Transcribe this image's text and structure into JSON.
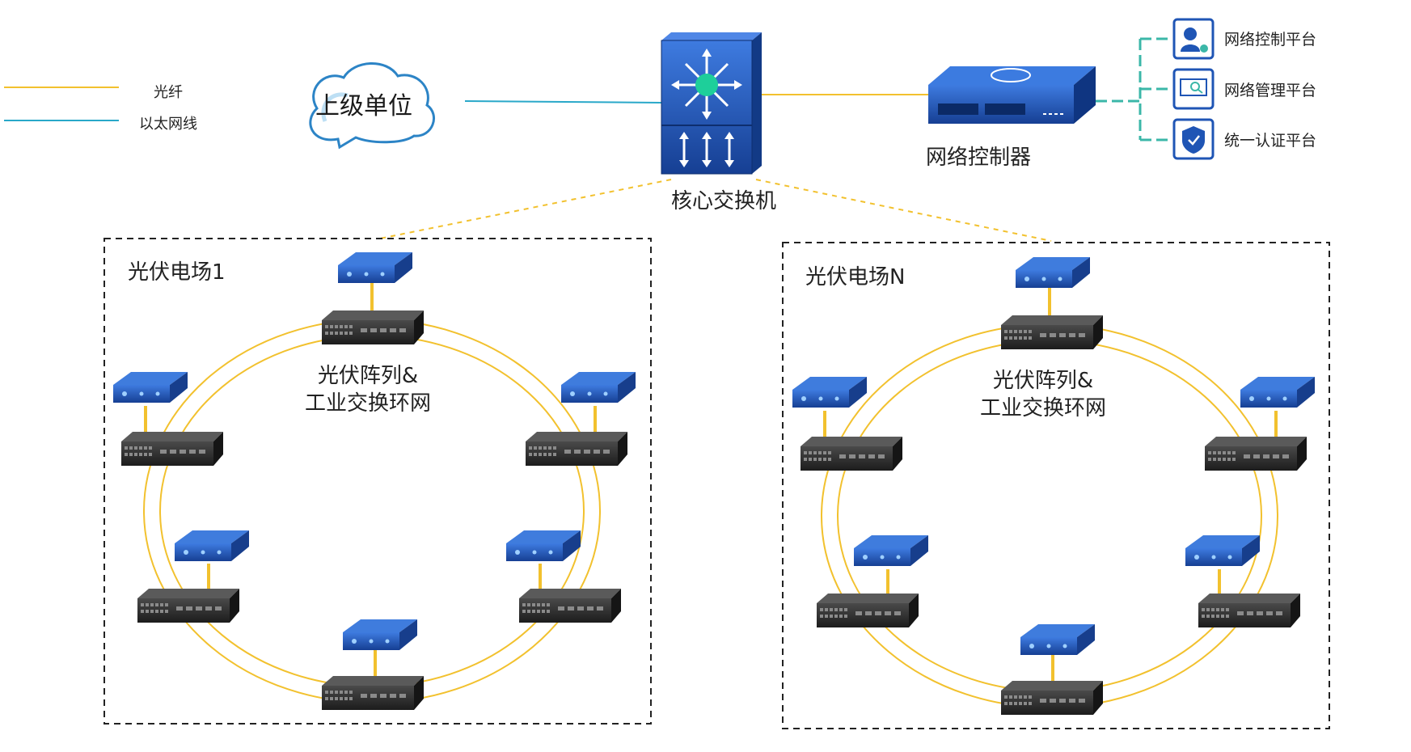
{
  "legend": {
    "fiber_label": "光纤",
    "ethernet_label": "以太网线"
  },
  "cloud": {
    "label": "上级单位"
  },
  "core_switch": {
    "label": "核心交换机"
  },
  "controller": {
    "label": "网络控制器"
  },
  "platforms": [
    {
      "label": "网络控制平台",
      "icon": "user-gear-icon"
    },
    {
      "label": "网络管理平台",
      "icon": "monitor-search-icon"
    },
    {
      "label": "统一认证平台",
      "icon": "shield-check-icon"
    }
  ],
  "fields": [
    {
      "title": "光伏电场1",
      "ring_label_line1": "光伏阵列&",
      "ring_label_line2": "工业交换环网"
    },
    {
      "title": "光伏电场N",
      "ring_label_line1": "光伏阵列&",
      "ring_label_line2": "工业交换环网"
    }
  ],
  "colors": {
    "fiber": "#F2C12E",
    "ethernet": "#29A8C9",
    "platform_link": "#3BB7A8",
    "device_blue": "#1F55B5",
    "switch_dark": "#2B2B2B",
    "dashed_border": "#222222"
  }
}
